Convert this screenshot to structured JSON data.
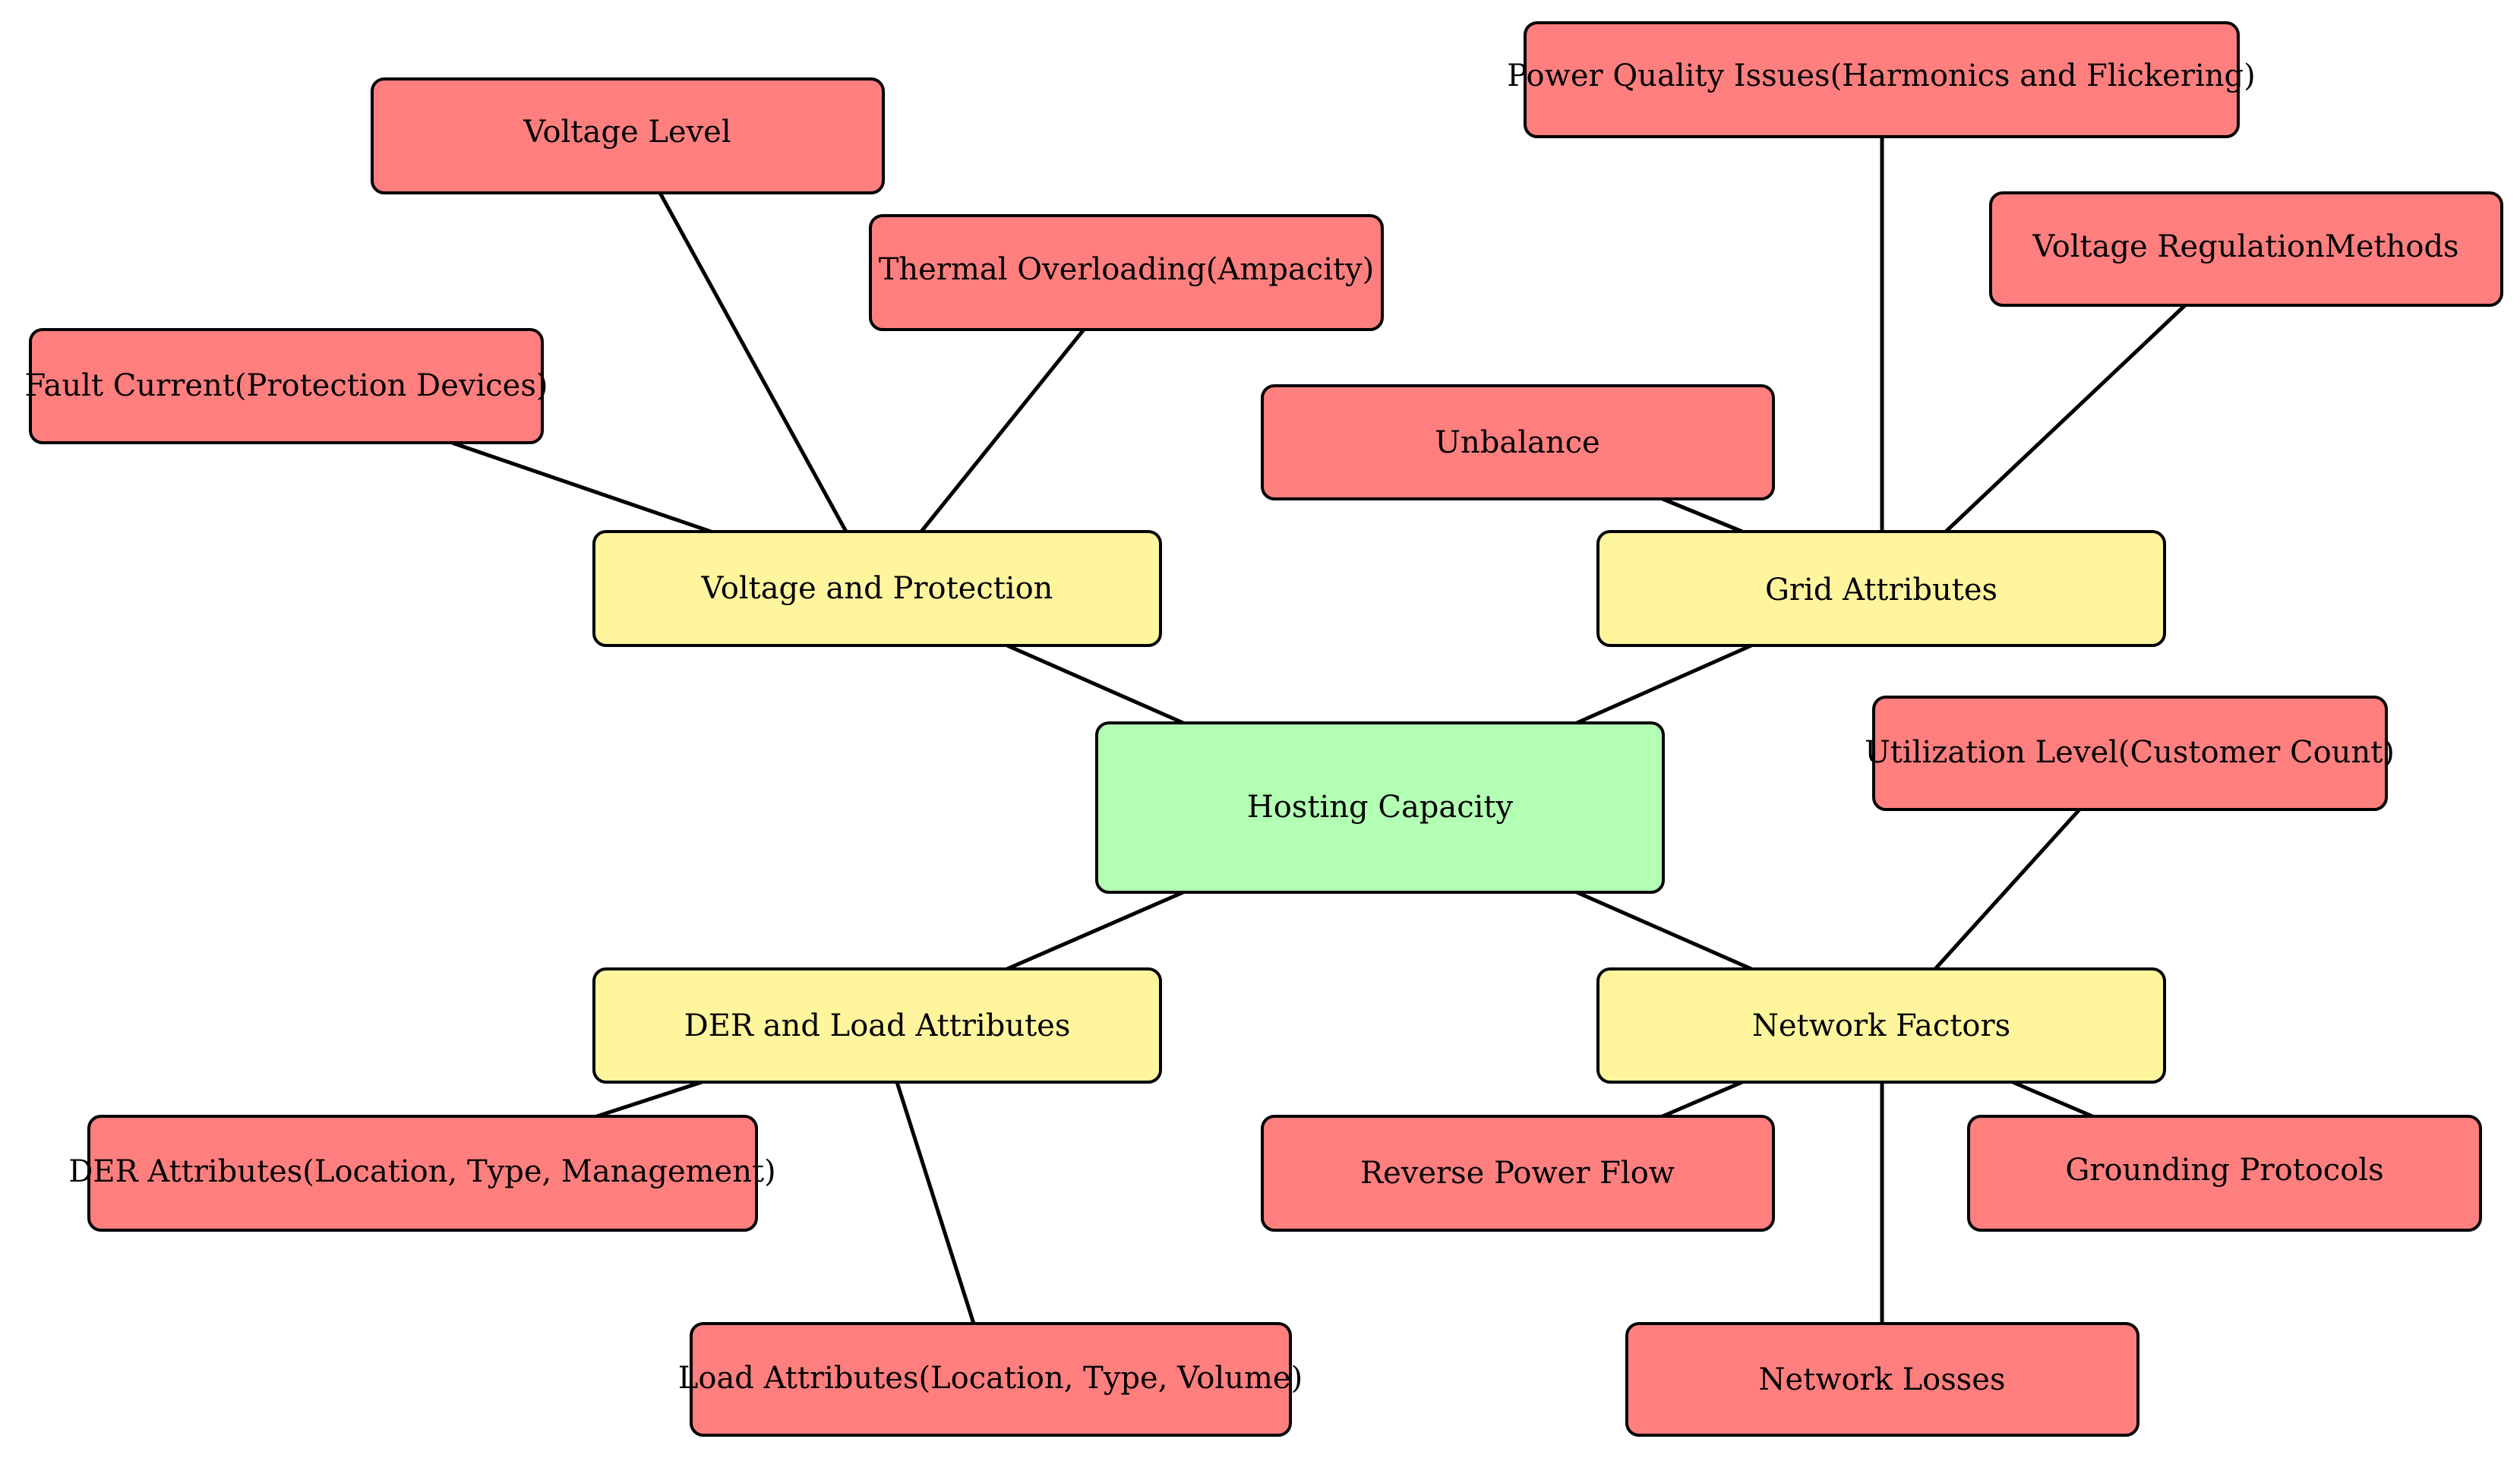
{
  "colors": {
    "root": "#b3ffb3",
    "category": "#fff59d",
    "factor": "#ff7f7f",
    "edge": "#000000"
  },
  "root": {
    "label": "Hosting Capacity"
  },
  "categories": {
    "voltage_protection": {
      "label": "Voltage and Protection",
      "factors": {
        "fault_current": "Fault Current(Protection Devices)",
        "voltage_level": "Voltage Level",
        "thermal_overloading": "Thermal Overloading(Ampacity)"
      }
    },
    "grid_attributes": {
      "label": "Grid Attributes",
      "factors": {
        "unbalance": "Unbalance",
        "power_quality": "Power Quality Issues(Harmonics and Flickering)",
        "voltage_regulation": "Voltage RegulationMethods"
      }
    },
    "der_load": {
      "label": "DER and Load Attributes",
      "factors": {
        "der_attributes": "DER Attributes(Location, Type, Management)",
        "load_attributes": "Load Attributes(Location, Type, Volume)"
      }
    },
    "network_factors": {
      "label": "Network Factors",
      "factors": {
        "utilization_level": "Utilization Level(Customer Count)",
        "reverse_power_flow": "Reverse Power Flow",
        "grounding_protocols": "Grounding Protocols",
        "network_losses": "Network Losses"
      }
    }
  }
}
